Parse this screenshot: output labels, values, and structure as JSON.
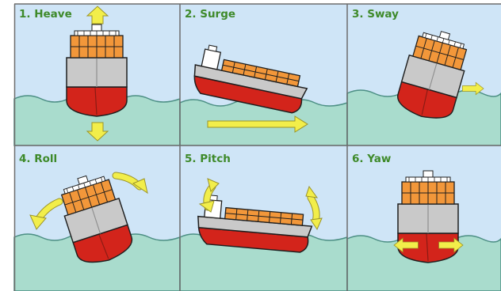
{
  "colors": {
    "sky": "#cfe5f7",
    "water": "#a9dccd",
    "water_line": "#4c8f84",
    "hull_red": "#d3241b",
    "hull_grey": "#c9c9c9",
    "container_orange": "#f2973a",
    "arrow_yellow": "#f2ee4a",
    "title_green": "#3e8a2a",
    "grid_line": "#6d6d6d"
  },
  "panels": [
    {
      "title": "1. Heave",
      "motion": "heave"
    },
    {
      "title": "2. Surge",
      "motion": "surge"
    },
    {
      "title": "3. Sway",
      "motion": "sway"
    },
    {
      "title": "4. Roll",
      "motion": "roll"
    },
    {
      "title": "5. Pitch",
      "motion": "pitch"
    },
    {
      "title": "6. Yaw",
      "motion": "yaw"
    }
  ]
}
